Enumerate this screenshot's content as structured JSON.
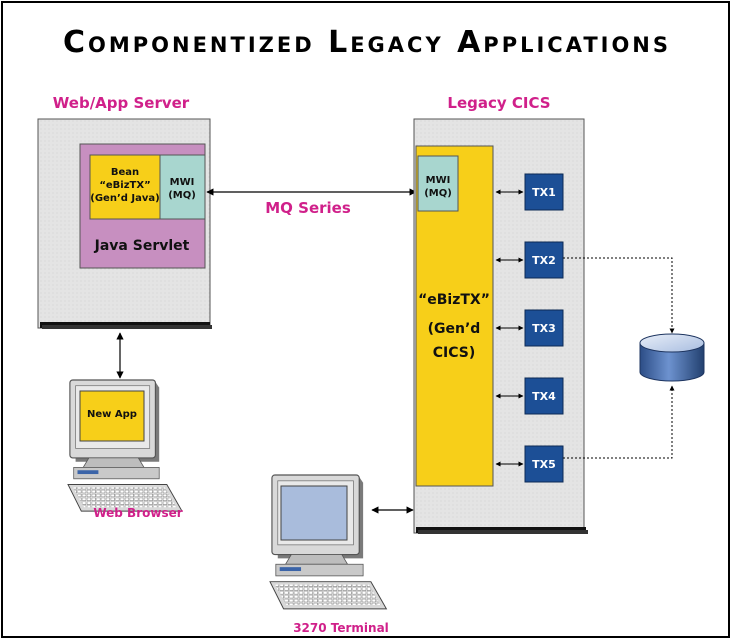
{
  "title": "Componentized Legacy Applications",
  "web_server": {
    "label": "Web/App Server",
    "bean_line1": "Bean",
    "bean_line2": "“eBizTX”",
    "bean_line3": "(Gen’d Java)",
    "mwi_line1": "MWI",
    "mwi_line2": "(MQ)",
    "servlet_label": "Java Servlet"
  },
  "mq_series_label": "MQ Series",
  "legacy": {
    "label": "Legacy CICS",
    "mwi_line1": "MWI",
    "mwi_line2": "(MQ)",
    "ebiz_line1": "“eBizTX”",
    "ebiz_line2": "(Gen’d",
    "ebiz_line3": "CICS)",
    "transactions": [
      "TX1",
      "TX2",
      "TX3",
      "TX4",
      "TX5"
    ]
  },
  "web_browser": {
    "screen_text": "New App",
    "label": "Web Browser"
  },
  "terminal": {
    "label": "3270 Terminal"
  },
  "colors": {
    "server_gray": "#e6e6e6",
    "servlet_purple": "#c78fc0",
    "bean_yellow": "#f7cf19",
    "mwi_teal": "#a8d6cf",
    "tx_blue": "#1c4f96",
    "label_pink": "#d0208a",
    "database_blue": "#3a5e9b"
  },
  "icons": {
    "database": "database-cylinder-icon",
    "computer": "desktop-computer-icon"
  }
}
